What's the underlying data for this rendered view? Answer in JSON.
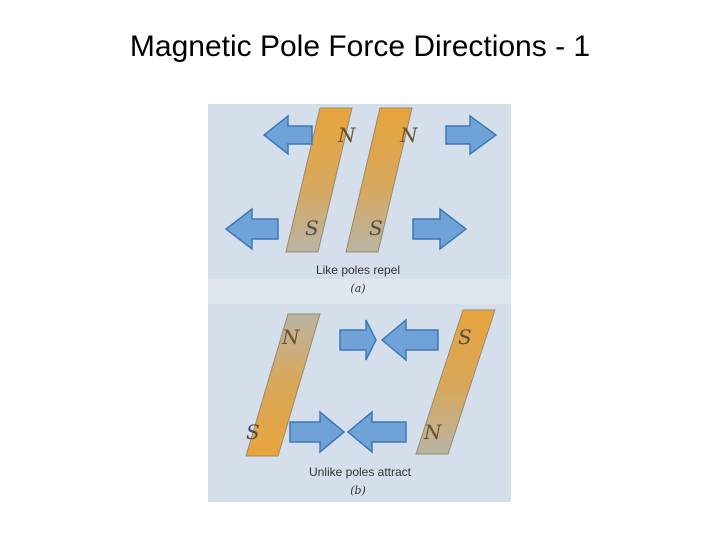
{
  "slide": {
    "title": "Magnetic Pole Force Directions - 1"
  },
  "figure": {
    "panel_a": {
      "magnet_left": {
        "top_pole": "N",
        "bottom_pole": "S"
      },
      "magnet_right": {
        "top_pole": "N",
        "bottom_pole": "S"
      },
      "caption": "Like poles repel",
      "label": "(a)",
      "arrows": "outward (repel)"
    },
    "panel_b": {
      "magnet_left": {
        "top_pole": "N",
        "bottom_pole": "S"
      },
      "magnet_right": {
        "top_pole": "S",
        "bottom_pole": "N"
      },
      "caption": "Unlike poles attract",
      "label": "(b)",
      "arrows": "inward (attract)"
    }
  },
  "colors": {
    "panel_background": "#d6e0ec",
    "magnet_gold": "#e8a43c",
    "magnet_gray": "#b8b4a4",
    "arrow_fill": "#6fa3d8",
    "arrow_stroke": "#3f78b5"
  }
}
